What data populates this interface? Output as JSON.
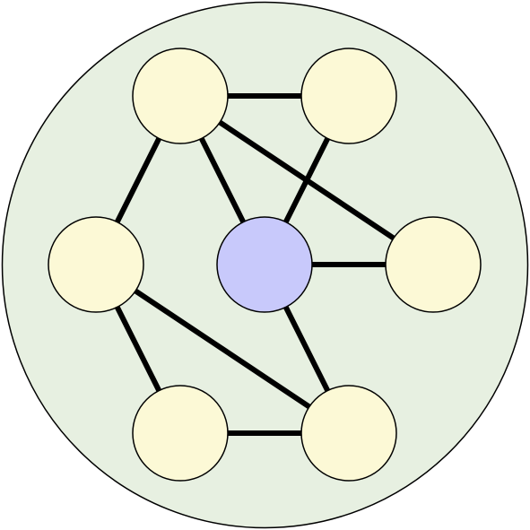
{
  "diagram": {
    "type": "graph",
    "colors": {
      "background_disc": "#e7f0e1",
      "outline": "#000000",
      "node_default": "#fcf9d6",
      "node_center": "#c8c9fb",
      "edge": "#000000"
    },
    "nodes": [
      {
        "id": "top-left",
        "role": "peripheral"
      },
      {
        "id": "top-right",
        "role": "peripheral"
      },
      {
        "id": "middle-left",
        "role": "peripheral"
      },
      {
        "id": "center",
        "role": "hub"
      },
      {
        "id": "middle-right",
        "role": "peripheral"
      },
      {
        "id": "bottom-left",
        "role": "peripheral"
      },
      {
        "id": "bottom-right",
        "role": "peripheral"
      }
    ],
    "edges": [
      {
        "from": "top-left",
        "to": "top-right"
      },
      {
        "from": "top-left",
        "to": "middle-left"
      },
      {
        "from": "top-left",
        "to": "center"
      },
      {
        "from": "top-left",
        "to": "middle-right"
      },
      {
        "from": "top-right",
        "to": "center"
      },
      {
        "from": "middle-left",
        "to": "bottom-left"
      },
      {
        "from": "middle-left",
        "to": "bottom-right"
      },
      {
        "from": "center",
        "to": "middle-right"
      },
      {
        "from": "center",
        "to": "bottom-right"
      },
      {
        "from": "bottom-left",
        "to": "bottom-right"
      }
    ]
  }
}
